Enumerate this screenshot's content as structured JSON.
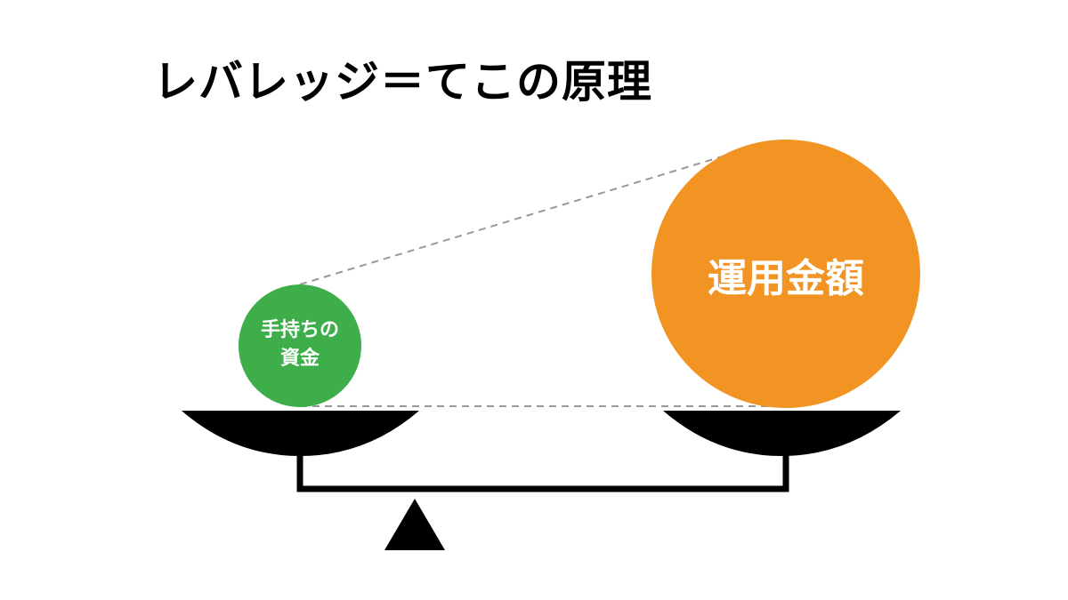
{
  "title": "レバレッジ＝てこの原理",
  "small_circle": {
    "line1": "手持ちの",
    "line2": "資金",
    "color": "#3dae49"
  },
  "large_circle": {
    "label": "運用金額",
    "color": "#f29424"
  },
  "scale_color": "#000000",
  "guide_line_color": "#999999"
}
